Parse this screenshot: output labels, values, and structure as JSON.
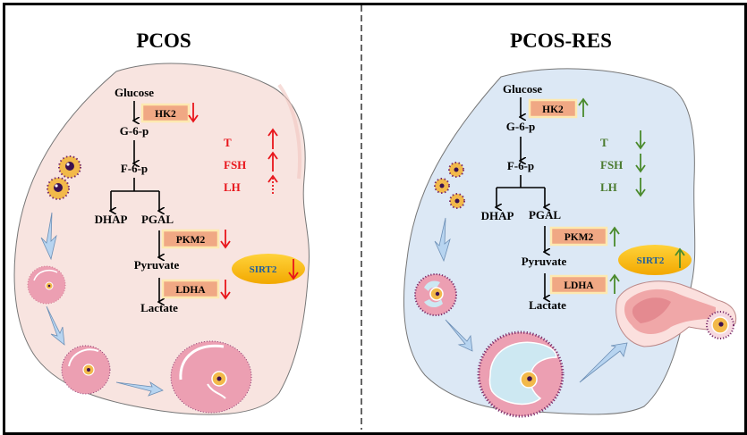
{
  "colors": {
    "pcos_bg": "#f8e4e0",
    "res_bg": "#dce8f5",
    "enzyme_box": "#f0a884",
    "enzyme_border": "#fde9b0",
    "down_arrow": "#e8151b",
    "up_arrow": "#4a8a2c",
    "hormone_red": "#e8151b",
    "hormone_green": "#4a7a2e",
    "sirt2_fill": "#f8b800",
    "sirt2_text": "#1f5f9e"
  },
  "panels": [
    {
      "title": "PCOS",
      "pathway": {
        "glucose": "Glucose",
        "g6p": "G-6-p",
        "f6p": "F-6-p",
        "dhap": "DHAP",
        "pgal": "PGAL",
        "pyruvate": "Pyruvate",
        "lactate": "Lactate"
      },
      "enzymes": [
        {
          "label": "HK2",
          "direction": "down"
        },
        {
          "label": "PKM2",
          "direction": "down"
        },
        {
          "label": "LDHA",
          "direction": "down"
        }
      ],
      "sirt2": {
        "label": "SIRT2",
        "direction": "down"
      },
      "hormones": [
        {
          "label": "T",
          "direction": "up"
        },
        {
          "label": "FSH",
          "direction": "up"
        },
        {
          "label": "LH",
          "direction": "up-dotted"
        }
      ]
    },
    {
      "title": "PCOS-RES",
      "pathway": {
        "glucose": "Glucose",
        "g6p": "G-6-p",
        "f6p": "F-6-p",
        "dhap": "DHAP",
        "pgal": "PGAL",
        "pyruvate": "Pyruvate",
        "lactate": "Lactate"
      },
      "enzymes": [
        {
          "label": "HK2",
          "direction": "up"
        },
        {
          "label": "PKM2",
          "direction": "up"
        },
        {
          "label": "LDHA",
          "direction": "up"
        }
      ],
      "sirt2": {
        "label": "SIRT2",
        "direction": "up"
      },
      "hormones": [
        {
          "label": "T",
          "direction": "down"
        },
        {
          "label": "FSH",
          "direction": "down"
        },
        {
          "label": "LH",
          "direction": "down"
        }
      ]
    }
  ]
}
